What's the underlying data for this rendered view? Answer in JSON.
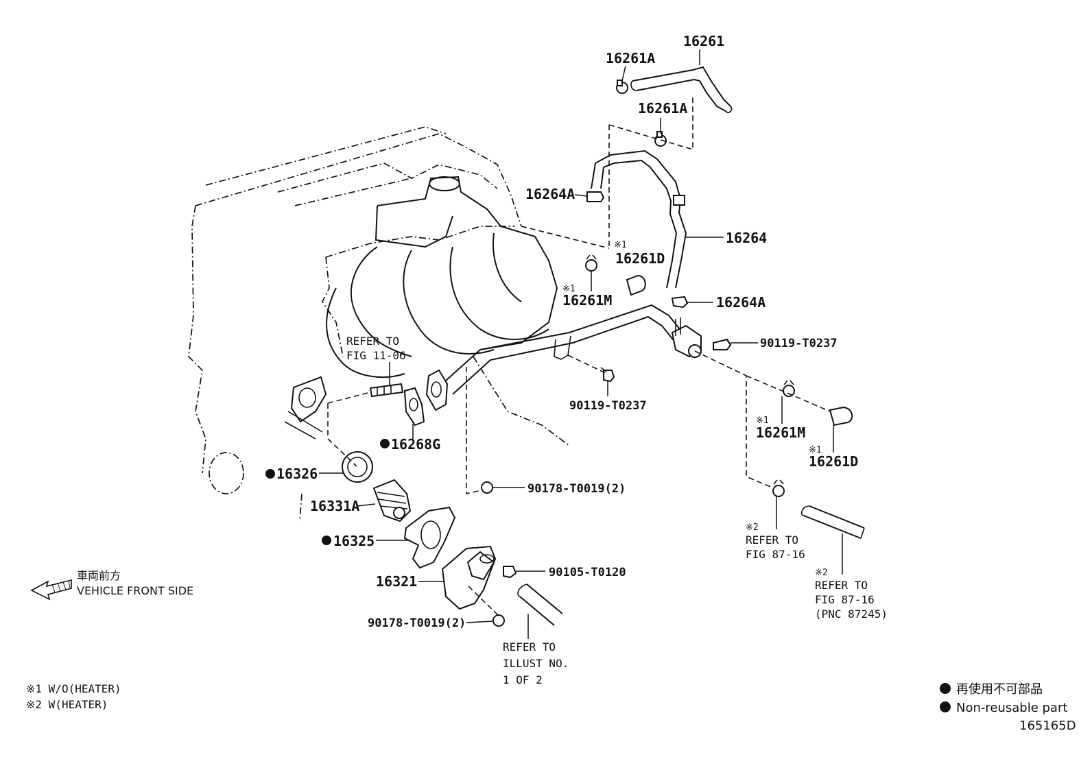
{
  "diagram": {
    "part_labels": {
      "p16261": "16261",
      "p16261A_top": "16261A",
      "p16261A_mid": "16261A",
      "p16264A_upper": "16264A",
      "p16264": "16264",
      "p16261D_upper": "16261D",
      "p16261M_upper": "16261M",
      "p16264A_lower": "16264A",
      "p90119_right": "90119-T0237",
      "p90119_mid": "90119-T0237",
      "p16268G": "16268G",
      "p16326": "16326",
      "p16331A": "16331A",
      "p16325": "16325",
      "p16321": "16321",
      "p90178_upper": "90178-T0019(2)",
      "p90178_lower": "90178-T0019(2)",
      "p90105": "90105-T0120",
      "p16261M_lower": "16261M",
      "p16261D_lower": "16261D"
    },
    "notes": {
      "n1_a": "※1",
      "n1_b": "※1",
      "n1_c": "※1",
      "n1_d": "※1",
      "n2_a": "※2",
      "n2_b": "※2"
    },
    "references": {
      "fig1106": [
        "REFER TO",
        "FIG 11-06"
      ],
      "fig8716_a": [
        "REFER TO",
        "FIG 87-16"
      ],
      "fig8716_b": [
        "REFER TO",
        "FIG 87-16",
        "(PNC 87245)"
      ],
      "illust": [
        "REFER TO",
        "ILLUST NO.",
        "1 OF 2"
      ]
    },
    "front_direction": {
      "jp": "車両前方",
      "en": "VEHICLE FRONT SIDE"
    },
    "footnotes": {
      "f1": "※1 W/O(HEATER)",
      "f2": "※2 W(HEATER)"
    },
    "legend": {
      "jp": "再使用不可部品",
      "en": "Non-reusable part"
    },
    "figure_id": "165165D"
  }
}
